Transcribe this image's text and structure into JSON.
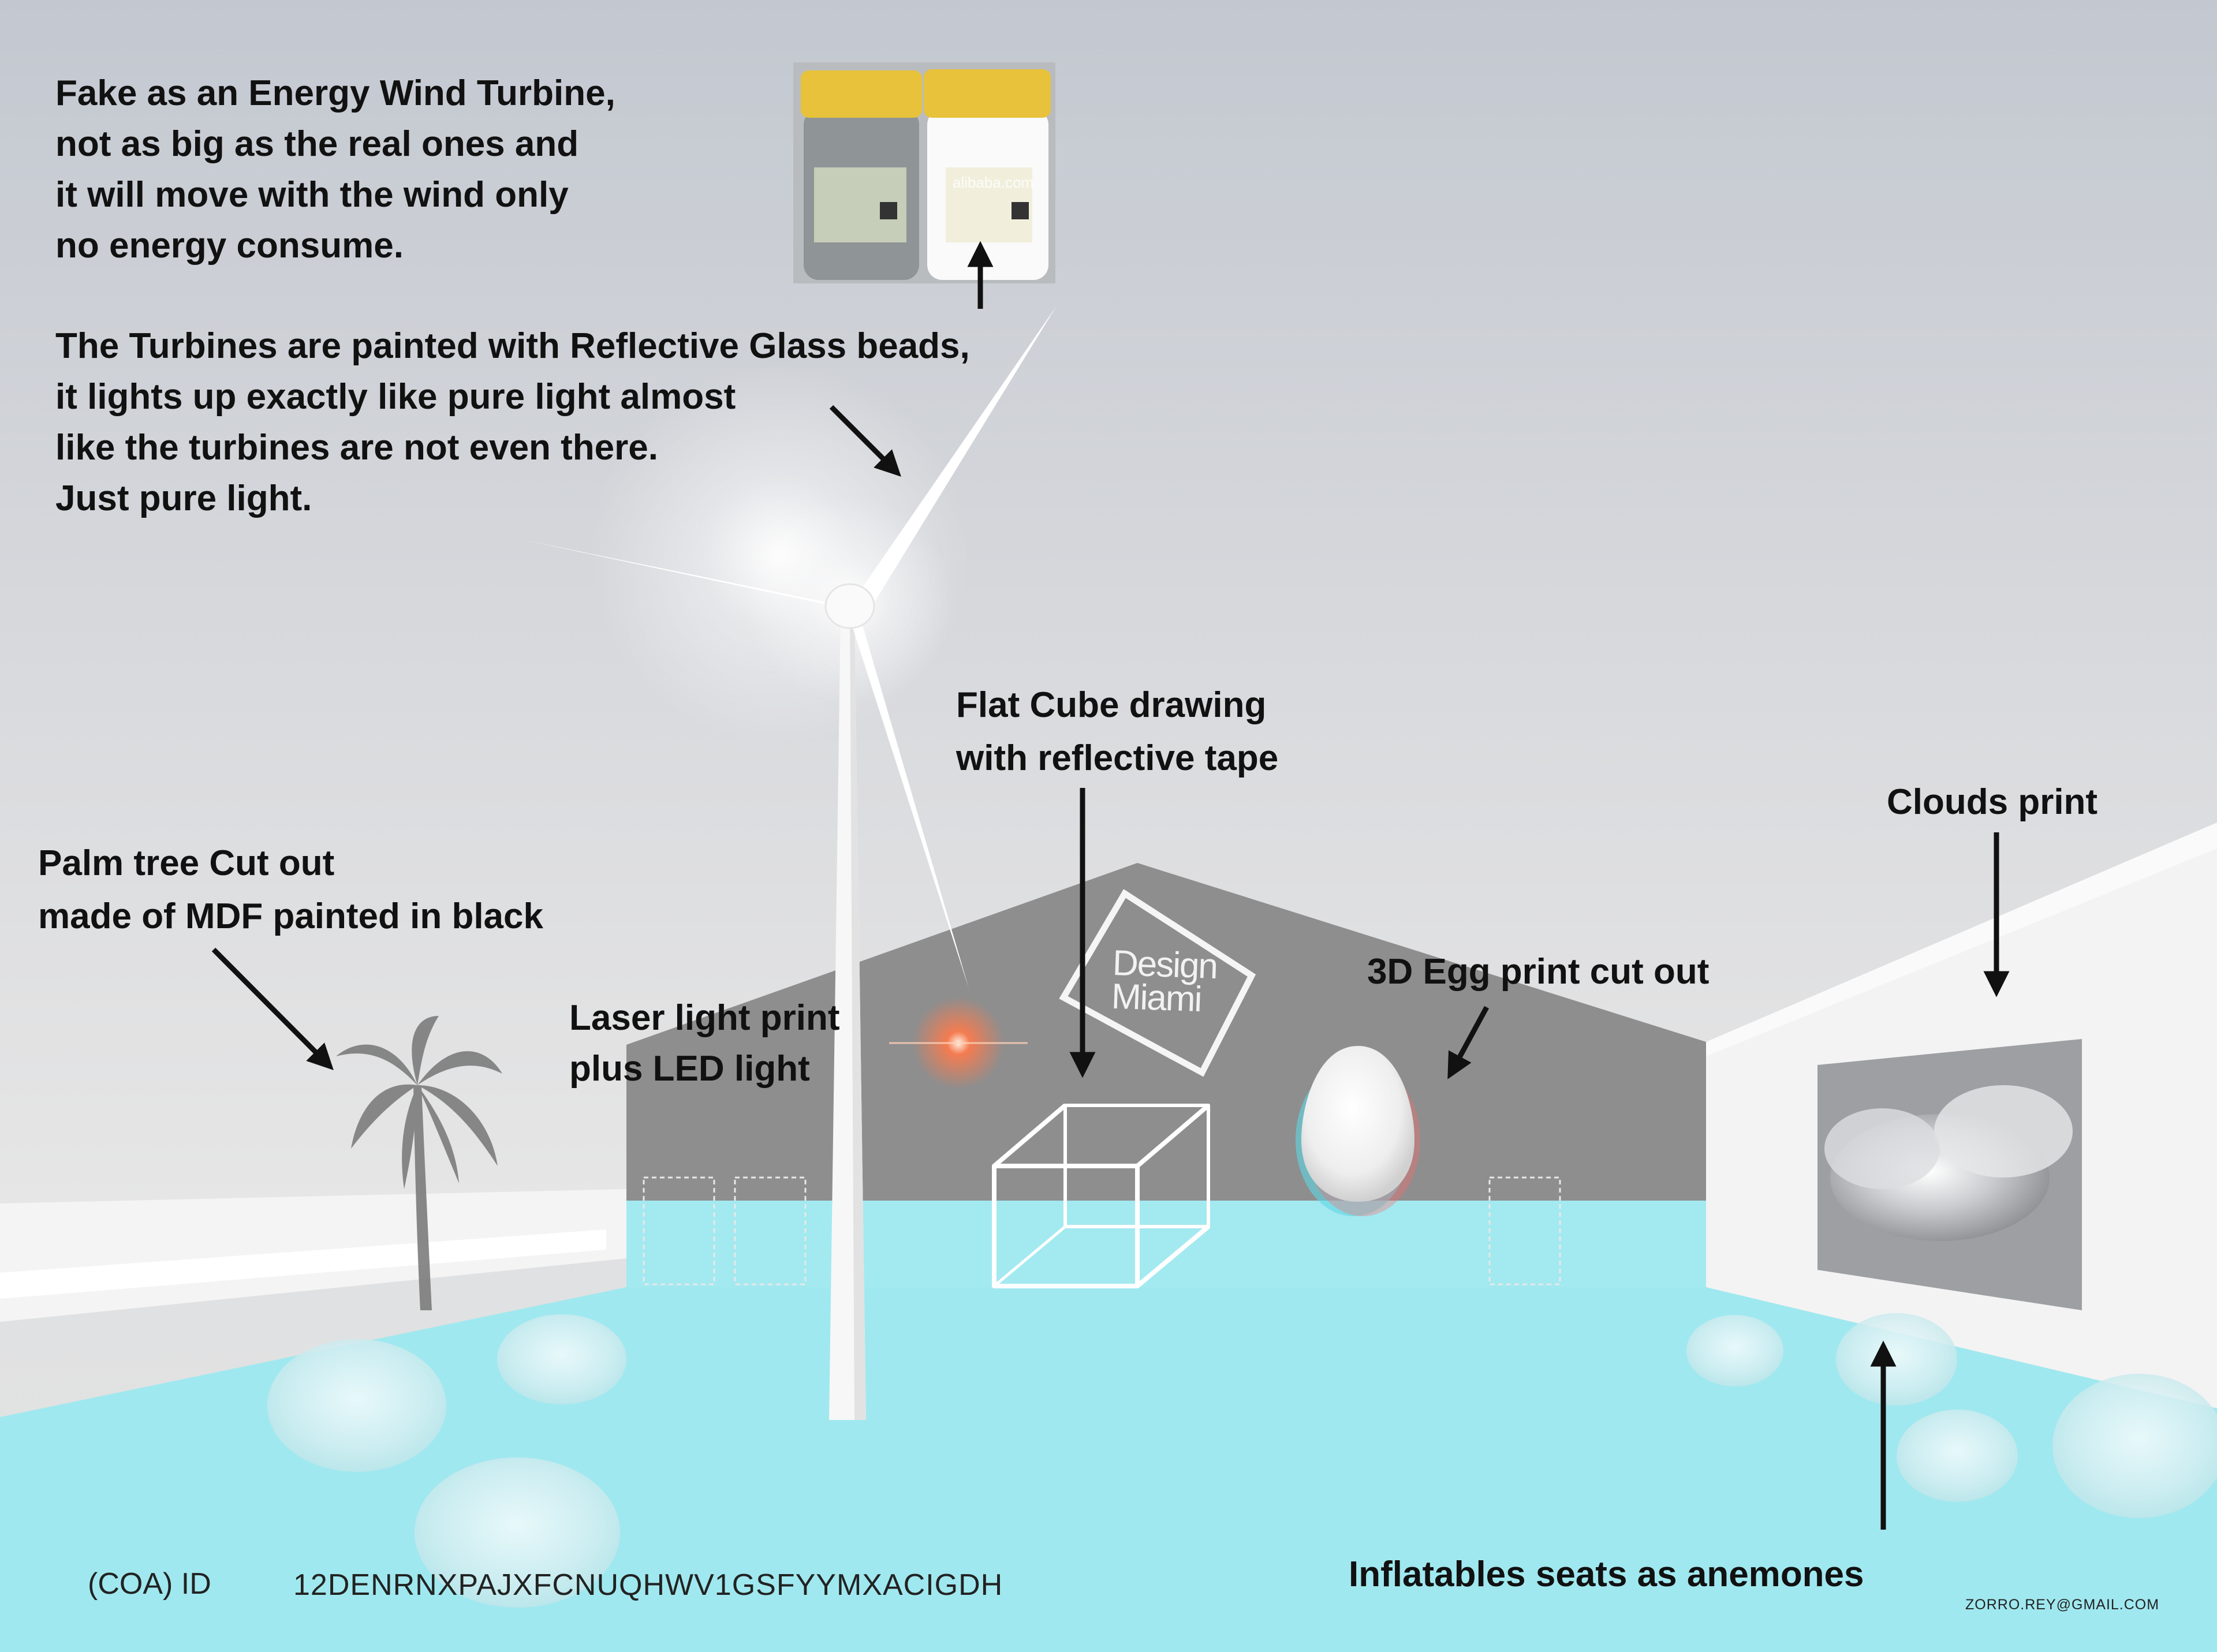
{
  "annotations": {
    "turbine_intro": "Fake as an Energy Wind Turbine,\nnot as big as the real ones and\nit will move with the wind only\nno energy consume.",
    "glass_beads": "The Turbines are painted with Reflective Glass beads,\nit lights up exactly like pure light almost\nlike the turbines are not even there.\nJust pure light.",
    "palm_tree": "Palm tree Cut out\nmade of MDF painted in black",
    "laser_light": "Laser light print\nplus LED light",
    "flat_cube": "Flat Cube drawing\nwith reflective tape",
    "egg_print": "3D Egg print cut out",
    "clouds_print": "Clouds print",
    "inflatables": "Inflatables seats as anemones"
  },
  "logo": {
    "text": "Design\nMiami"
  },
  "jar_label": {
    "text": "alibaba.com"
  },
  "footer": {
    "coa_label": "(COA) ID",
    "coa_id": "12DENRNXPAJXFCNUQHWV1GSFYYMXACIGDH",
    "email": "ZORRO.REY@GMAIL.COM"
  },
  "colors": {
    "floor": "#a0e8ef",
    "wall": "#8e8e8e",
    "sky": "#d4d7dc",
    "ink": "#111111"
  },
  "icons": [
    "arrow-icon",
    "palm-tree-icon",
    "wind-turbine-icon",
    "egg-icon",
    "cube-icon",
    "jar-icon"
  ]
}
